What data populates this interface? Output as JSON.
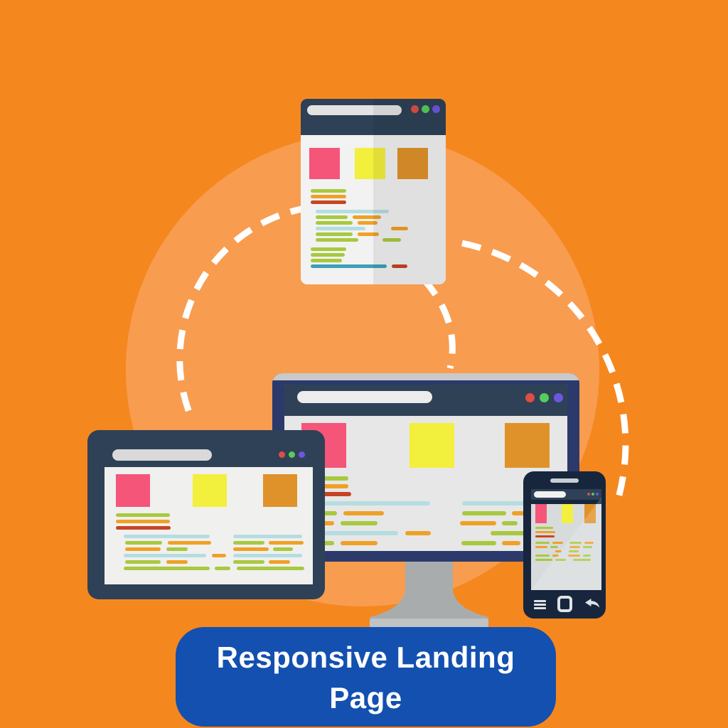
{
  "banner": {
    "line1": "Responsive Landing",
    "line2": "Page"
  },
  "colors": {
    "bg": "#F5871F",
    "halo": "#F89C50",
    "dash": "#FFFFFF",
    "banner-bg": "#1350AF",
    "banner-text": "#FFFFFF",
    "slate": "#2E4156",
    "navy": "#2B3A6B",
    "phone-body": "#17263D",
    "screen": "#F2F2F2",
    "screen-mon": "#E7E7E7",
    "screen-tab": "#F0F0EE",
    "screen-phone": "#D8DBDC",
    "pill": "#E3E3E3",
    "stand": "#A9ACAD",
    "stand-base": "#C0C2C3",
    "dot-red": "#DD4F42",
    "dot-green": "#55CC5B",
    "dot-purple": "#6F55E0",
    "sq-pink": "#F45579",
    "sq-yellow": "#F3EF3D",
    "sq-orange": "#E0922A",
    "ln-green": "#A8C93F",
    "ln-orange": "#EFA126",
    "ln-red": "#C64425",
    "ln-teal": "#B5DDE0",
    "ln-teal-strong": "#3E9FB8"
  },
  "icons": {
    "window_controls": [
      "dot-red",
      "dot-green",
      "dot-purple"
    ],
    "phone_nav": [
      "menu-icon",
      "home-icon",
      "back-icon"
    ]
  },
  "mock_content": {
    "browser": {
      "line_h": 5,
      "row_gap": 3,
      "rows": [
        {
          "mt": 14,
          "segs": [
            [
              "ln-green",
              50,
              14
            ]
          ]
        },
        {
          "segs": [
            [
              "ln-orange",
              50,
              14
            ]
          ]
        },
        {
          "segs": [
            [
              "ln-red",
              50,
              14
            ]
          ]
        },
        {
          "mt": 8,
          "segs": [
            [
              "ln-teal",
              103,
              21
            ]
          ]
        },
        {
          "segs": [
            [
              "ln-green",
              45,
              21
            ],
            [
              "ln-orange",
              40,
              7
            ]
          ]
        },
        {
          "segs": [
            [
              "ln-green",
              52,
              21
            ],
            [
              "ln-orange",
              28,
              7
            ]
          ]
        },
        {
          "segs": [
            [
              "ln-teal",
              70,
              21
            ],
            [
              "ln-orange",
              24,
              36
            ]
          ]
        },
        {
          "segs": [
            [
              "ln-green",
              52,
              21
            ],
            [
              "ln-orange",
              30,
              7
            ]
          ]
        },
        {
          "segs": [
            [
              "ln-green",
              60,
              21
            ],
            [
              "ln-green",
              26,
              34
            ]
          ]
        },
        {
          "mt": 8,
          "segs": [
            [
              "ln-green",
              50,
              14
            ]
          ]
        },
        {
          "segs": [
            [
              "ln-green",
              48,
              14
            ]
          ]
        },
        {
          "segs": [
            [
              "ln-green",
              44,
              14
            ]
          ]
        },
        {
          "mt": 3,
          "segs": [
            [
              "ln-teal-strong",
              107,
              14
            ],
            [
              "ln-red",
              22,
              7
            ]
          ]
        }
      ]
    },
    "monitor": {
      "line_h": 6,
      "row_gap": 8,
      "rows": [
        {
          "mt": 12,
          "segs": [
            [
              "ln-green",
              66,
              24
            ]
          ]
        },
        {
          "mt": 5,
          "segs": [
            [
              "ln-orange",
              66,
              24
            ]
          ]
        },
        {
          "mt": 5,
          "segs": [
            [
              "ln-red",
              70,
              24
            ]
          ]
        },
        {
          "mt": 7,
          "segs": [
            [
              "ln-teal",
              181,
              24
            ],
            [
              "ln-teal",
              93,
              45
            ]
          ]
        },
        {
          "segs": [
            [
              "ln-green",
              50,
              24
            ],
            [
              "ln-orange",
              57,
              9
            ],
            [
              "ln-green",
              62,
              110
            ],
            [
              "ln-orange",
              26,
              8
            ],
            [
              "ln-orange",
              28,
              14
            ]
          ]
        },
        {
          "segs": [
            [
              "ln-orange",
              46,
              24
            ],
            [
              "ln-green",
              52,
              9
            ],
            [
              "ln-orange",
              51,
              116
            ],
            [
              "ln-green",
              22,
              8
            ],
            [
              "ln-orange",
              24,
              20
            ]
          ]
        },
        {
          "segs": [
            [
              "ln-teal",
              136,
              24
            ],
            [
              "ln-orange",
              36,
              10
            ],
            [
              "ln-green",
              64,
              84
            ]
          ]
        },
        {
          "segs": [
            [
              "ln-green",
              46,
              24
            ],
            [
              "ln-orange",
              52,
              9
            ],
            [
              "ln-green",
              49,
              118
            ],
            [
              "ln-orange",
              26,
              8
            ]
          ]
        },
        {
          "segs": [
            [
              "ln-green",
              136,
              24
            ],
            [
              "ln-green",
              33,
              10
            ],
            [
              "ln-green",
              94,
              84
            ]
          ]
        }
      ]
    },
    "tablet": {
      "line_h": 5,
      "row_gap": 4,
      "rows": [
        {
          "mt": 9,
          "segs": [
            [
              "ln-green",
              76,
              16
            ]
          ]
        },
        {
          "segs": [
            [
              "ln-orange",
              76,
              16
            ]
          ]
        },
        {
          "segs": [
            [
              "ln-red",
              77,
              16
            ]
          ]
        },
        {
          "mt": 7,
          "segs": [
            [
              "ln-teal",
              121,
              27
            ],
            [
              "ln-teal",
              97,
              33
            ]
          ]
        },
        {
          "segs": [
            [
              "ln-green",
              52,
              29
            ],
            [
              "ln-orange",
              61,
              8
            ],
            [
              "ln-green",
              44,
              31
            ],
            [
              "ln-orange",
              49,
              6
            ]
          ]
        },
        {
          "segs": [
            [
              "ln-orange",
              50,
              29
            ],
            [
              "ln-green",
              30,
              8
            ],
            [
              "ln-orange",
              50,
              64
            ],
            [
              "ln-green",
              28,
              6
            ]
          ]
        },
        {
          "segs": [
            [
              "ln-teal",
              116,
              27
            ],
            [
              "ln-orange",
              20,
              8
            ],
            [
              "ln-teal",
              97,
              10
            ]
          ]
        },
        {
          "segs": [
            [
              "ln-green",
              50,
              29
            ],
            [
              "ln-orange",
              30,
              8
            ],
            [
              "ln-green",
              44,
              64
            ],
            [
              "ln-orange",
              30,
              6
            ]
          ]
        },
        {
          "segs": [
            [
              "ln-green",
              121,
              27
            ],
            [
              "ln-green",
              22,
              7
            ],
            [
              "ln-green",
              95,
              9
            ]
          ]
        }
      ]
    },
    "phone": {
      "line_h": 3,
      "row_gap": 3,
      "rows": [
        {
          "mt": 5,
          "segs": [
            [
              "ln-green",
              25,
              6
            ]
          ]
        },
        {
          "segs": [
            [
              "ln-orange",
              28,
              6
            ]
          ]
        },
        {
          "segs": [
            [
              "ln-red",
              27,
              6
            ]
          ]
        },
        {
          "mt": 6,
          "segs": [
            [
              "ln-green",
              20,
              6
            ],
            [
              "ln-orange",
              15,
              4
            ],
            [
              "ln-green",
              17,
              9
            ],
            [
              "ln-orange",
              13,
              4
            ]
          ]
        },
        {
          "segs": [
            [
              "ln-orange",
              17,
              6
            ],
            [
              "ln-green",
              11,
              4
            ],
            [
              "ln-orange",
              15,
              16
            ],
            [
              "ln-green",
              13,
              4
            ]
          ]
        },
        {
          "segs": [
            [
              "ln-orange",
              9,
              34
            ],
            [
              "ln-green",
              14,
              10
            ]
          ]
        },
        {
          "segs": [
            [
              "ln-green",
              20,
              6
            ],
            [
              "ln-orange",
              9,
              4
            ],
            [
              "ln-orange",
              17,
              13
            ],
            [
              "ln-green",
              11,
              4
            ]
          ]
        },
        {
          "segs": [
            [
              "ln-green",
              24,
              6
            ],
            [
              "ln-green",
              15,
              4
            ],
            [
              "ln-green",
              25,
              10
            ]
          ]
        }
      ]
    }
  }
}
